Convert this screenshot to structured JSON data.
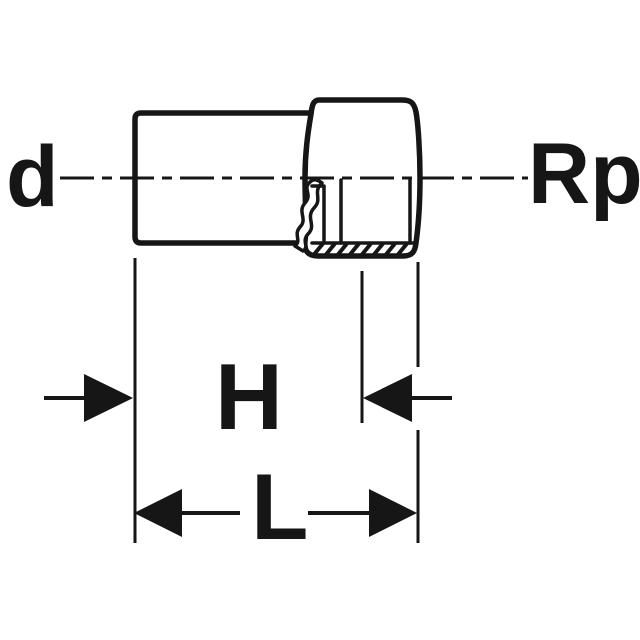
{
  "diagram": {
    "background_color": "#ffffff",
    "line_color": "#161616",
    "labels": {
      "d": "d",
      "rp": "Rp",
      "h": "H",
      "l": "L"
    }
  }
}
